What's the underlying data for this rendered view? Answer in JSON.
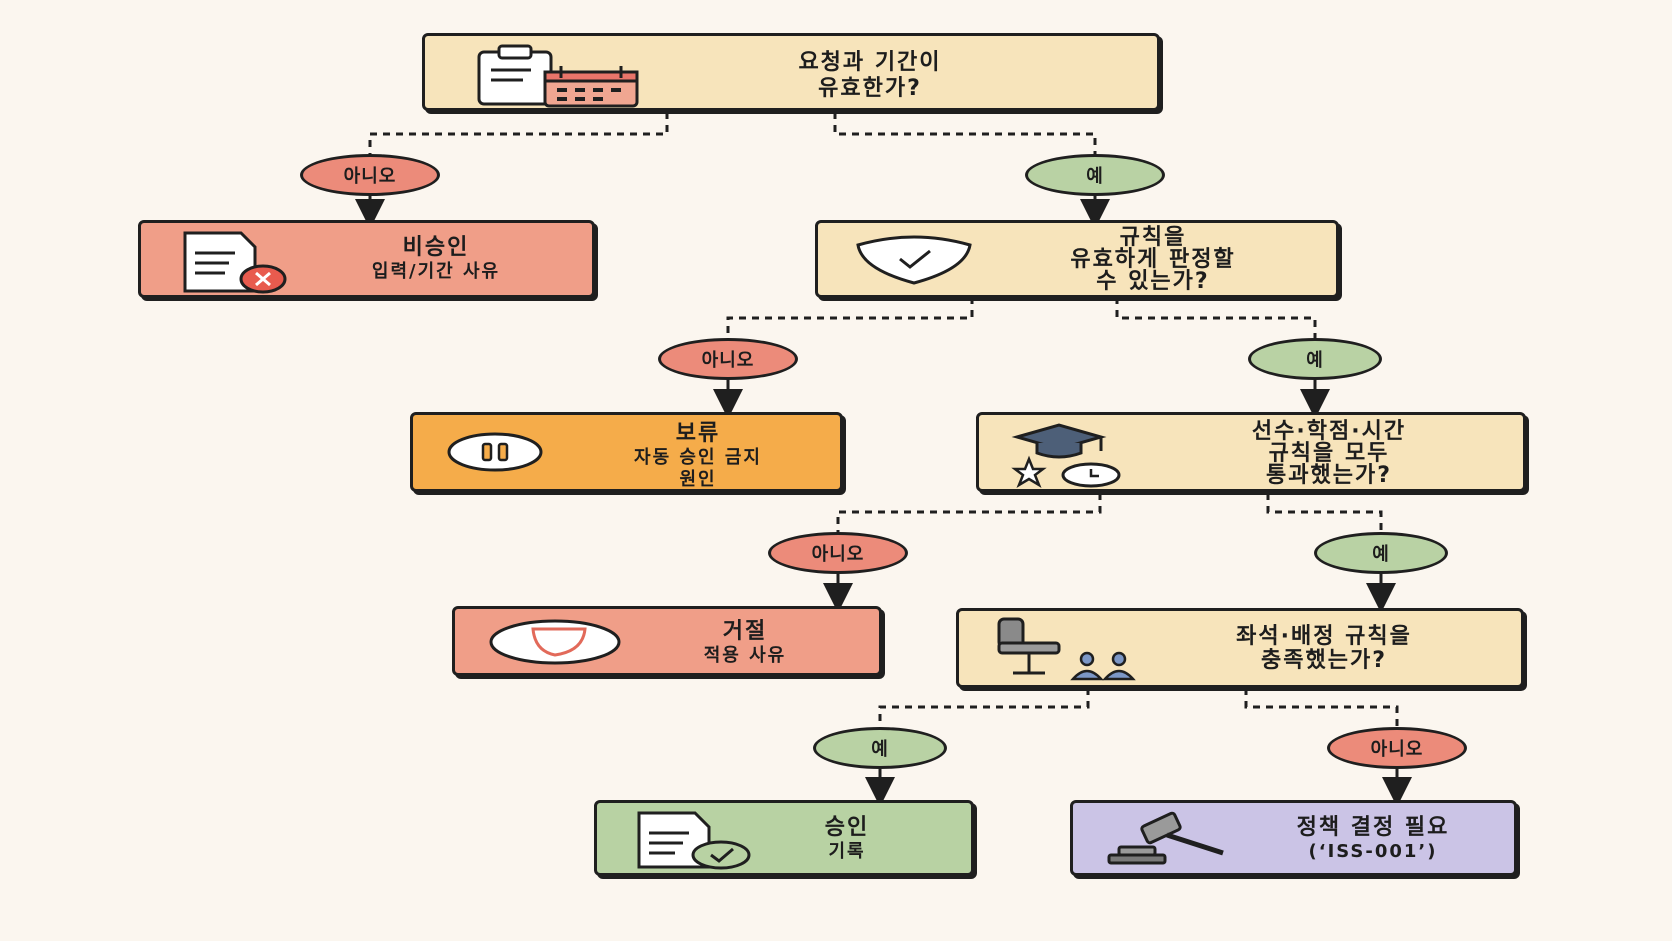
{
  "nodes": {
    "q1": {
      "lines": [
        "요청과 기간이",
        "유효한가?"
      ]
    },
    "reject_input": {
      "title": "비승인",
      "sub": [
        "입력/기간 사유"
      ]
    },
    "q2": {
      "lines": [
        "규칙을",
        "유효하게 판정할",
        "수 있는가?"
      ]
    },
    "hold": {
      "title": "보류",
      "sub": [
        "자동 승인 금지",
        "원인"
      ]
    },
    "q3": {
      "lines": [
        "선수·학점·시간",
        "규칙을 모두",
        "통과했는가?"
      ]
    },
    "deny": {
      "title": "거절",
      "sub": [
        "적용 사유"
      ]
    },
    "q4": {
      "lines": [
        "좌석·배정 규칙을",
        "충족했는가?"
      ]
    },
    "approve": {
      "title": "승인",
      "sub": [
        "기록"
      ]
    },
    "policy": {
      "title": "정책 결정 필요",
      "sub": [
        "(‘ISS-001’)"
      ]
    }
  },
  "branch_labels": {
    "no": "아니오",
    "yes": "예"
  },
  "colors": {
    "decision": "#f7e4bb",
    "reject": "#f09e88",
    "hold": "#f5ac4a",
    "approve": "#b8d2a3",
    "policy": "#cbc4e6",
    "no_pill": "#ec8b7a",
    "yes_pill": "#b9d2a4"
  },
  "icons": {
    "q1": "clipboard-calendar-icon",
    "reject_input": "document-x-icon",
    "q2": "shield-check-icon",
    "hold": "pause-icon",
    "q3": "graduation-star-clock-icon",
    "deny": "half-circle-icon",
    "q4": "chair-people-icon",
    "approve": "document-check-icon",
    "policy": "gavel-icon"
  }
}
